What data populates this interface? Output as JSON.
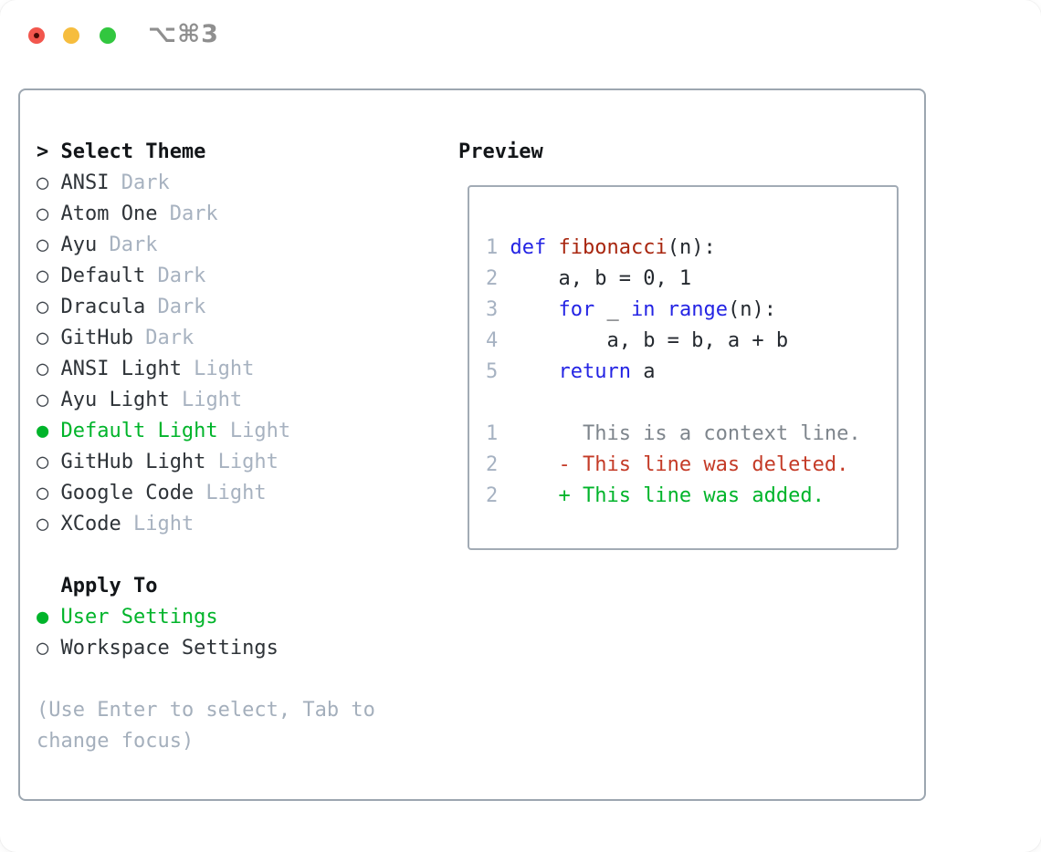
{
  "window": {
    "title": "⌥⌘3"
  },
  "glyphs": {
    "cursor": ">",
    "radio_unselected": "○",
    "radio_selected": "●"
  },
  "panel": {
    "theme_list": {
      "header": "Select Theme",
      "items": [
        {
          "name": "ANSI",
          "variant": "Dark",
          "selected": false
        },
        {
          "name": "Atom One",
          "variant": "Dark",
          "selected": false
        },
        {
          "name": "Ayu",
          "variant": "Dark",
          "selected": false
        },
        {
          "name": "Default",
          "variant": "Dark",
          "selected": false
        },
        {
          "name": "Dracula",
          "variant": "Dark",
          "selected": false
        },
        {
          "name": "GitHub",
          "variant": "Dark",
          "selected": false
        },
        {
          "name": "ANSI Light",
          "variant": "Light",
          "selected": false
        },
        {
          "name": "Ayu Light",
          "variant": "Light",
          "selected": false
        },
        {
          "name": "Default Light",
          "variant": "Light",
          "selected": true
        },
        {
          "name": "GitHub Light",
          "variant": "Light",
          "selected": false
        },
        {
          "name": "Google Code",
          "variant": "Light",
          "selected": false
        },
        {
          "name": "XCode",
          "variant": "Light",
          "selected": false
        }
      ]
    },
    "apply_to": {
      "header": "Apply To",
      "options": [
        {
          "label": "User Settings",
          "selected": true
        },
        {
          "label": "Workspace Settings",
          "selected": false
        }
      ]
    },
    "hint": "(Use Enter to select, Tab to change focus)"
  },
  "preview": {
    "label": "Preview",
    "lines": [
      {
        "num": "1",
        "tokens": [
          {
            "c": "code",
            "t": " "
          },
          {
            "c": "kw",
            "t": "def"
          },
          {
            "c": "code",
            "t": " "
          },
          {
            "c": "fn",
            "t": "fibonacci"
          },
          {
            "c": "code",
            "t": "(n):"
          }
        ]
      },
      {
        "num": "2",
        "tokens": [
          {
            "c": "code",
            "t": "     a, b = 0, 1"
          }
        ]
      },
      {
        "num": "3",
        "tokens": [
          {
            "c": "code",
            "t": "     "
          },
          {
            "c": "kw",
            "t": "for"
          },
          {
            "c": "code",
            "t": " _ "
          },
          {
            "c": "kw",
            "t": "in"
          },
          {
            "c": "code",
            "t": " "
          },
          {
            "c": "kw",
            "t": "range"
          },
          {
            "c": "code",
            "t": "(n):"
          }
        ]
      },
      {
        "num": "4",
        "tokens": [
          {
            "c": "code",
            "t": "         a, b = b, a + b"
          }
        ]
      },
      {
        "num": "5",
        "tokens": [
          {
            "c": "code",
            "t": "     "
          },
          {
            "c": "kw",
            "t": "return"
          },
          {
            "c": "code",
            "t": " a"
          }
        ]
      },
      {
        "num": "",
        "tokens": []
      },
      {
        "num": "1",
        "tokens": [
          {
            "c": "ctx",
            "t": "       This is a context line."
          }
        ]
      },
      {
        "num": "2",
        "tokens": [
          {
            "c": "del",
            "t": "     - This line was deleted."
          }
        ]
      },
      {
        "num": "2",
        "tokens": [
          {
            "c": "add",
            "t": "     + This line was added."
          }
        ]
      }
    ]
  },
  "colors": {
    "accent_green": "#00b42a",
    "keyword_blue": "#2424e4",
    "function_red": "#a8260f",
    "deleted_red": "#c43b27",
    "added_green": "#00b42a",
    "context_gray": "#7e858c",
    "variant_gray": "#a7b2c0",
    "border_gray": "#9ca6b0",
    "traffic_red": "#f2564d",
    "traffic_yellow": "#f6bd3e",
    "traffic_green": "#32c73f"
  }
}
